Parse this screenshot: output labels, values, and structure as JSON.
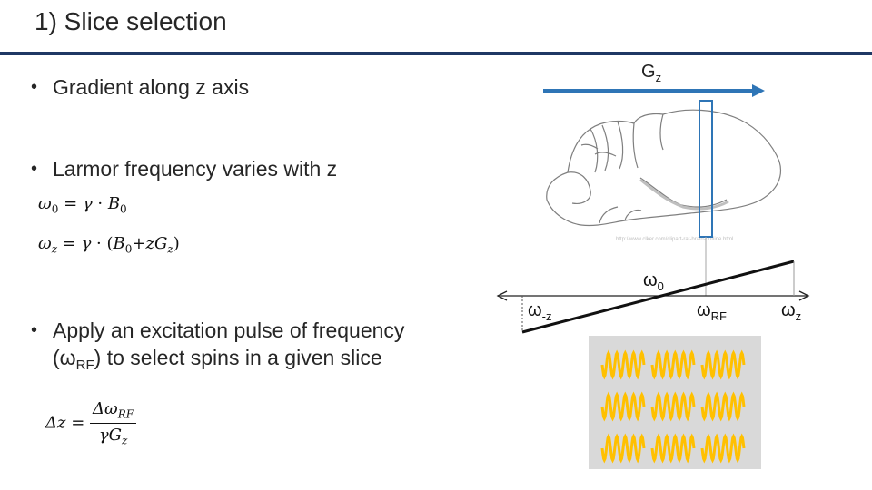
{
  "title": "1) Slice selection",
  "bullets": [
    "Gradient along z axis",
    "Larmor frequency varies with z",
    "Apply an excitation pulse of frequency",
    "to select spins in a given slice"
  ],
  "bullet3_symbol": "ω",
  "bullet3_sub": "RF",
  "equations": {
    "omega0": {
      "lhs": "ω",
      "lhs_sub": "0",
      "rhs_a": "γ",
      "rhs_b": "B",
      "rhs_b_sub": "0"
    },
    "omegaz": {
      "lhs": "ω",
      "lhs_sub": "z",
      "rhs_a": "γ",
      "rhs_b": "B",
      "rhs_b_sub": "0",
      "rhs_c": "zG",
      "rhs_c_sub": "z"
    },
    "deltaz": {
      "lhs": "Δz",
      "num": "Δω",
      "num_sub": "RF",
      "den": "γG",
      "den_sub": "z"
    }
  },
  "diagram": {
    "gradient_label": "G",
    "gradient_sub": "z",
    "omega_symbol": "ω",
    "omega0_sub": "0",
    "omega_negz_sub": "-z",
    "omega_rf_sub": "RF",
    "omega_z_sub": "z",
    "url_text": "http://www.clker.com/clipart-rat-brain-outline.html",
    "colors": {
      "arrow": "#2e75b6",
      "slice_box": "#2e75b6",
      "wave": "#ffc000",
      "wave_bg": "#d9d9d9",
      "rule": "#1f3864"
    }
  }
}
